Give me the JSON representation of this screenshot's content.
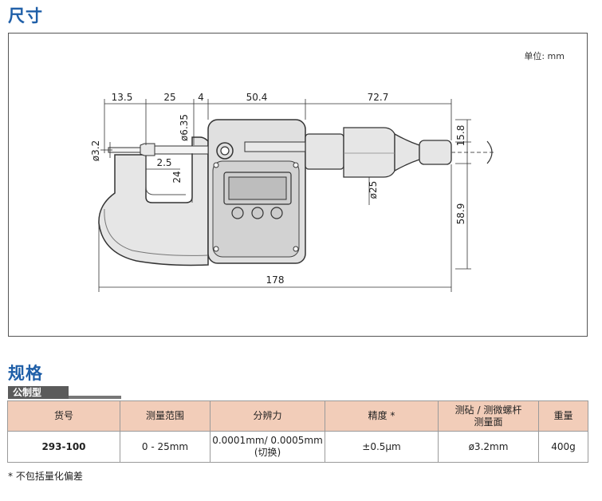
{
  "sections": {
    "dimensions_title": "尺寸",
    "specs_title": "规格"
  },
  "drawing": {
    "unit": "单位: mm",
    "dimensions": {
      "d13_5": "13.5",
      "d25": "25",
      "d4": "4",
      "d50_4": "50.4",
      "d72_7": "72.7",
      "d6_35": "ø6.35",
      "d3_2": "ø3.2",
      "d2_5": "2.5",
      "d24": "24",
      "d25_dia": "ø25",
      "d15_8": "15.8",
      "d58_9": "58.9",
      "d178": "178"
    }
  },
  "spec_tab": "公制型",
  "table": {
    "headers": {
      "order_no": "货号",
      "range": "测量范围",
      "resolution": "分辨力",
      "accuracy": "精度 *",
      "anvil_line1": "测砧 / 测微螺杆",
      "anvil_line2": "测量面",
      "weight": "重量"
    },
    "row": {
      "order_no": "293-100",
      "range": "0 - 25mm",
      "resolution_line1": "0.0001mm/ 0.0005mm",
      "resolution_line2": "(切换)",
      "accuracy": "±0.5µm",
      "anvil": "ø3.2mm",
      "weight": "400g"
    }
  },
  "footnote": "* 不包括量化偏差"
}
